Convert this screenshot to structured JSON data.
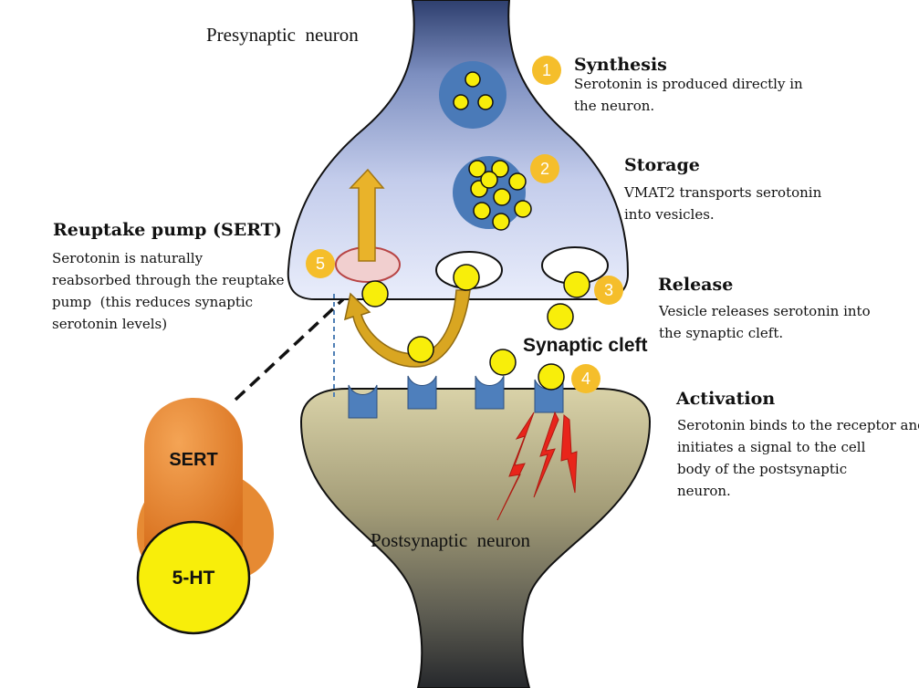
{
  "colors": {
    "serotonin": "#f8ee0a",
    "vesicle": "#4a7ab8",
    "step_marker": "#f5be2b",
    "arrow": "#e2a81e",
    "sert": "#e6812b",
    "receptor": "#4e7fbc",
    "signal": "#e8251b"
  },
  "labels": {
    "presynaptic": "Presynaptic  neuron",
    "postsynaptic": "Postsynaptic  neuron",
    "synaptic_cleft": "Synaptic cleft"
  },
  "steps": [
    {
      "number": "1",
      "title": "Synthesis",
      "lines": [
        "Serotonin is produced directly in",
        "the neuron."
      ]
    },
    {
      "number": "2",
      "title": "Storage",
      "lines": [
        "VMAT2 transports serotonin",
        "into vesicles."
      ]
    },
    {
      "number": "3",
      "title": "Release",
      "lines": [
        "Vesicle releases serotonin into",
        "the synaptic cleft."
      ]
    },
    {
      "number": "4",
      "title": "Activation",
      "lines": [
        "Serotonin binds to the receptor and",
        "initiates a signal to the cell",
        "body of the postsynaptic",
        "neuron."
      ]
    },
    {
      "number": "5",
      "title": "Reuptake pump (SERT)",
      "lines": [
        "Serotonin is naturally",
        "reabsorbed through the reuptake",
        "pump  (this reduces synaptic",
        "serotonin levels)"
      ]
    }
  ],
  "sert_model": {
    "top_label": "SERT",
    "bottom_label": "5-HT"
  }
}
